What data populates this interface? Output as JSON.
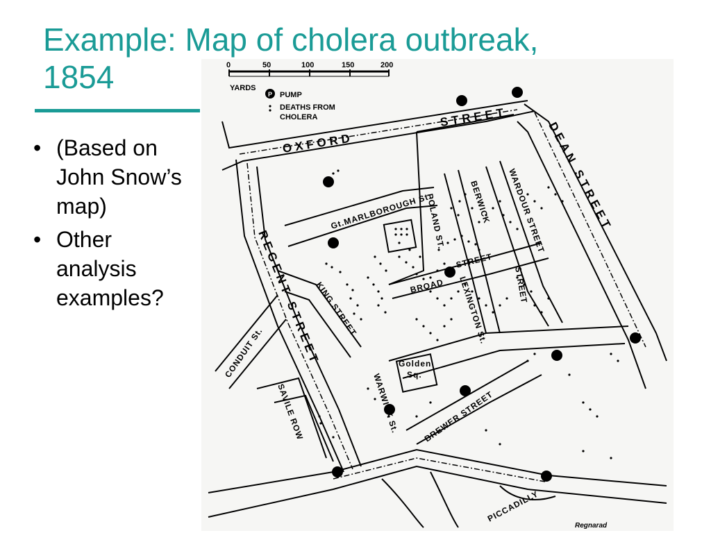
{
  "slide": {
    "title_line1": "Example: Map of cholera outbreak,",
    "title_line2": "1854",
    "bullets": [
      "(Based on John Snow’s map)",
      "Other analysis examples?"
    ],
    "accent_color": "#1a9b96"
  },
  "map": {
    "scale": {
      "ticks": [
        "0",
        "50",
        "100",
        "150",
        "200"
      ],
      "unit": "YARDS"
    },
    "legend": {
      "pump": "PUMP",
      "deaths": "DEATHS FROM CHOLERA",
      "deaths_line1": "DEATHS FROM",
      "deaths_line2": "CHOLERA",
      "pump_icon": "P"
    },
    "streets": {
      "oxford": "OXFORD",
      "street": "STREET",
      "dean": "DEAN STREET",
      "regent": "REGENT STREET",
      "marlborough": "Gt.MARLBOROUGH St.",
      "poland": "POLAND ST.",
      "berwick": "BERWICK",
      "wardour": "WARDOUR STREET",
      "broad": "BROAD",
      "broad_street": "STREET",
      "berwick_street": "STREET",
      "lexington": "LEXINGTON St.",
      "king": "KING STREET",
      "conduit": "CONDUIT St.",
      "savile": "SAVILE ROW",
      "warwick": "WARWICK St.",
      "brewer": "BREWER STREET",
      "golden": "Golden",
      "golden_sq": "Sq.",
      "piccadilly": "PICCADILLY"
    },
    "signature": "Regnarad"
  }
}
